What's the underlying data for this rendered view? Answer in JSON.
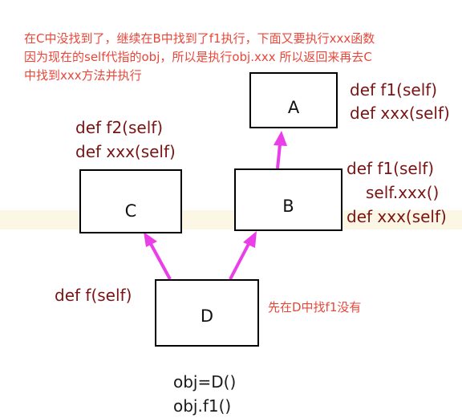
{
  "top_note": {
    "lines": [
      "在C中没找到了，继续在B中找到了f1执行，下面又要执行xxx函数",
      "因为现在的self代指的obj，所以是执行obj.xxx  所以返回来再去C",
      "中找到xxx方法并执行"
    ]
  },
  "boxes": {
    "a": "A",
    "b": "B",
    "c": "C",
    "d": "D"
  },
  "code": {
    "a_methods": [
      "def f1(self)",
      "def xxx(self)"
    ],
    "b_methods": [
      "def f1(self)",
      "self.xxx()",
      "def xxx(self)"
    ],
    "c_methods": [
      "def f2(self)",
      "def xxx(self)"
    ],
    "d_methods": [
      "def f(self)"
    ]
  },
  "d_note": "先在D中找f1没有",
  "usage": [
    "obj=D()",
    "obj.f1()"
  ],
  "colors": {
    "note": "#e8473a",
    "code": "#7a1414",
    "arrow": "#ea3ee8",
    "band": "#fcf6e4"
  }
}
